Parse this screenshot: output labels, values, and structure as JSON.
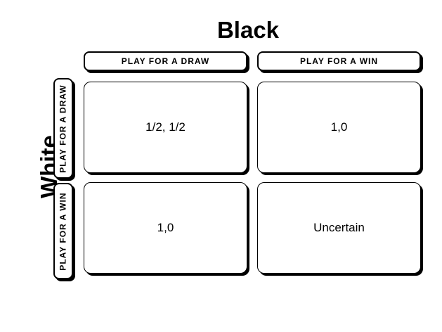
{
  "players": {
    "column": "Black",
    "row": "White"
  },
  "columns": [
    {
      "label": "PLAY FOR A DRAW"
    },
    {
      "label": "PLAY FOR A WIN"
    }
  ],
  "rows": [
    {
      "label": "PLAY FOR A DRAW"
    },
    {
      "label": "PLAY FOR A WIN"
    }
  ],
  "payoffs": [
    [
      "1/2, 1/2",
      "1,0"
    ],
    [
      "1,0",
      "Uncertain"
    ]
  ]
}
